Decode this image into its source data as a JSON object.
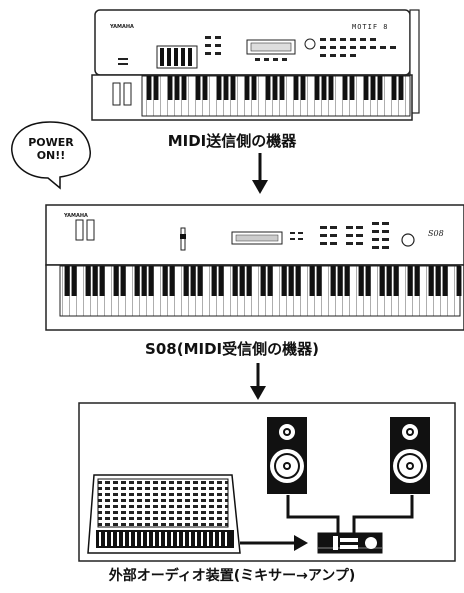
{
  "captions": {
    "sender": "MIDI送信側の機器",
    "receiver": "S08(MIDI受信側の機器)",
    "external": "外部オーディオ装置(ミキサー→アンプ)"
  },
  "bubble": {
    "line1": "POWER",
    "line2": "ON!!"
  },
  "brand_logo": "YAMAHA",
  "receiver_model_logo": "S08",
  "sender_model_logo": "MOTIF 8"
}
